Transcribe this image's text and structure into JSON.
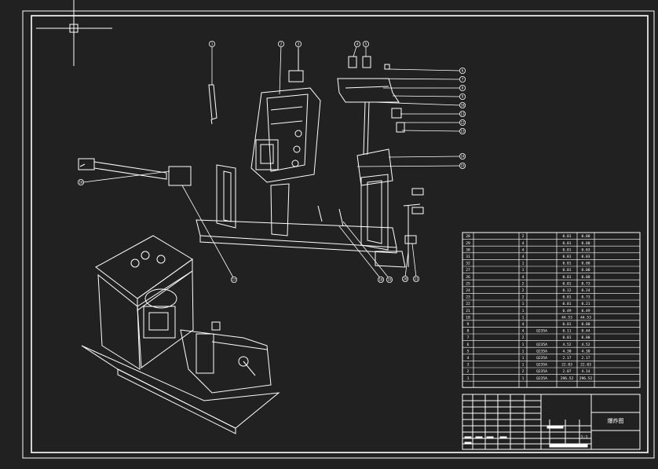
{
  "drawing": {
    "title_label": "爆炸图",
    "scale_label": "1:1",
    "line_color": "#ffffff",
    "background": "#212121"
  },
  "balloons": [
    {
      "label": "1"
    },
    {
      "label": "2"
    },
    {
      "label": "3"
    },
    {
      "label": "4"
    },
    {
      "label": "5"
    },
    {
      "label": "6"
    },
    {
      "label": "7"
    },
    {
      "label": "8"
    },
    {
      "label": "9"
    },
    {
      "label": "10"
    },
    {
      "label": "11"
    },
    {
      "label": "12"
    },
    {
      "label": "13"
    },
    {
      "label": "14"
    },
    {
      "label": "15"
    },
    {
      "label": "16"
    },
    {
      "label": "17"
    },
    {
      "label": "18"
    },
    {
      "label": "19"
    },
    {
      "label": "20"
    },
    {
      "label": "21"
    },
    {
      "label": "22"
    },
    {
      "label": "23"
    },
    {
      "label": "24"
    },
    {
      "label": "25"
    },
    {
      "label": "26"
    }
  ],
  "bom": {
    "rows": [
      [
        "28",
        "",
        "2",
        "",
        "0.01",
        "0.00"
      ],
      [
        "29",
        "",
        "4",
        "",
        "0.01",
        "0.00"
      ],
      [
        "30",
        "",
        "4",
        "",
        "0.01",
        "0.03"
      ],
      [
        "31",
        "",
        "4",
        "",
        "0.01",
        "0.03"
      ],
      [
        "32",
        "",
        "1",
        "",
        "0.01",
        "0.00"
      ],
      [
        "27",
        "",
        "1",
        "",
        "0.01",
        "0.00"
      ],
      [
        "26",
        "",
        "4",
        "",
        "0.01",
        "0.00"
      ],
      [
        "25",
        "",
        "2",
        "",
        "0.01",
        "0.73"
      ],
      [
        "24",
        "",
        "2",
        "",
        "0.12",
        "0.24"
      ],
      [
        "23",
        "",
        "2",
        "",
        "0.01",
        "0.73"
      ],
      [
        "22",
        "",
        "1",
        "",
        "0.01",
        "0.21"
      ],
      [
        "21",
        "",
        "1",
        "",
        "0.49",
        "0.49"
      ],
      [
        "10",
        "",
        "1",
        "",
        "44.53",
        "44.53"
      ],
      [
        "9",
        "",
        "4",
        "",
        "0.01",
        "0.00"
      ],
      [
        "8",
        "",
        "4",
        "Q235A",
        "0.11",
        "0.44"
      ],
      [
        "7",
        "",
        "2",
        "",
        "0.01",
        "0.00"
      ],
      [
        "6",
        "",
        "1",
        "Q235A",
        "4.52",
        "4.52"
      ],
      [
        "5",
        "",
        "1",
        "Q235A",
        "4.30",
        "4.30"
      ],
      [
        "4",
        "",
        "1",
        "Q235A",
        "2.17",
        "2.17"
      ],
      [
        "3",
        "",
        "1",
        "Q235A",
        "22.03",
        "22.03"
      ],
      [
        "2",
        "",
        "2",
        "Q235A",
        "2.07",
        "4.14"
      ],
      [
        "1",
        "",
        "1",
        "Q235A",
        "296.52",
        "296.52"
      ]
    ]
  }
}
